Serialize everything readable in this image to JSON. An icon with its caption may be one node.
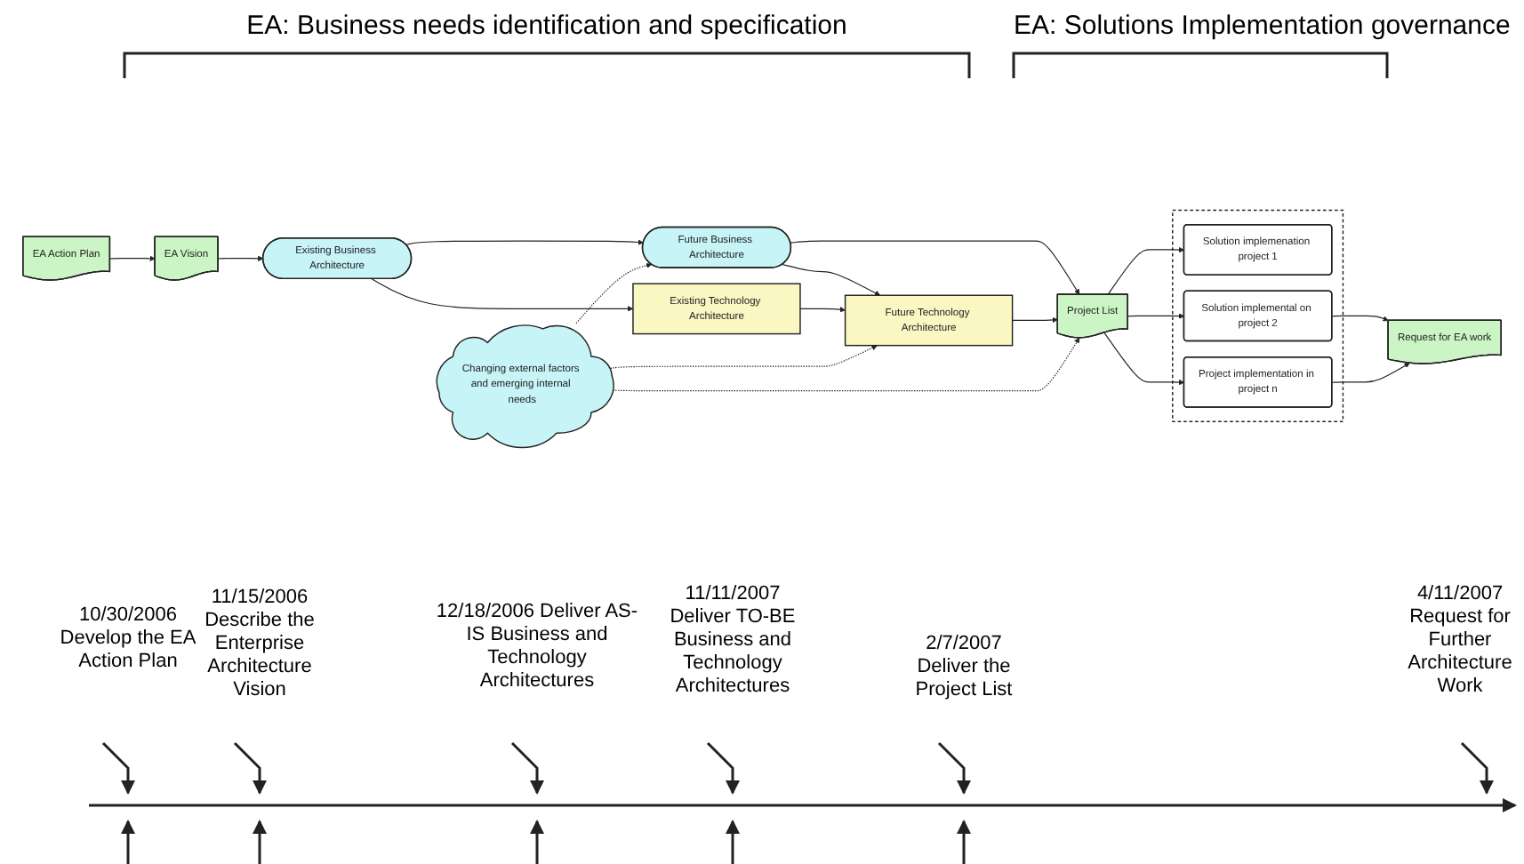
{
  "diagram": {
    "nodes": [
      {
        "text": [
          "EA Action Plan"
        ]
      },
      {
        "text": [
          "EA Vision"
        ]
      },
      {
        "text": [
          "Existing Business Architecture"
        ]
      },
      {
        "text": [
          "Future Business Architecture"
        ]
      },
      {
        "text": [
          "Existing Technology Architecture"
        ]
      },
      {
        "text": [
          "Future Technology Architecture"
        ]
      },
      {
        "text": [
          "Project List"
        ]
      },
      {
        "text": [
          "Changing external factors and emerging internal needs"
        ]
      },
      {
        "text": [],
        "shape": "box"
      },
      {
        "text": [
          "Solution implemenation project 1"
        ],
        "in": 8
      },
      {
        "text": [
          "Solution implemental on project 2"
        ],
        "in": 8
      },
      {
        "text": [
          "Project implementation in project n"
        ],
        "in": 8
      },
      {
        "text": [
          "Request for EA work"
        ]
      }
    ],
    "edges": [
      {
        "from": 0,
        "to": 1,
        "arrow": "to"
      },
      {
        "from": 1,
        "to": 2,
        "arrow": "to"
      },
      {
        "from": 2,
        "to": 3,
        "arrow": "to"
      },
      {
        "from": 2,
        "to": 4,
        "arrow": "to"
      },
      {
        "from": 3,
        "to": 5,
        "arrow": "to"
      },
      {
        "from": 4,
        "to": 5,
        "arrow": "to"
      },
      {
        "from": 3,
        "to": 6,
        "arrow": "to"
      },
      {
        "from": 5,
        "to": 6,
        "arrow": "to"
      },
      {
        "from": 7,
        "to": 3,
        "arrow": "to",
        "style": "dashed"
      },
      {
        "from": 7,
        "to": 5,
        "arrow": "to",
        "style": "dashed"
      },
      {
        "from": 7,
        "to": 6,
        "arrow": "to",
        "style": "dashed"
      },
      {
        "from": 6,
        "to": 9,
        "arrow": "to"
      },
      {
        "from": 6,
        "to": 10,
        "arrow": "to"
      },
      {
        "from": 6,
        "to": 11,
        "arrow": "to"
      },
      {
        "from": 10,
        "to": 12,
        "arrow": "to"
      },
      {
        "from": 11,
        "to": 12,
        "arrow": "to"
      }
    ],
    "labels": [
      "EA: Business needs identification and specification",
      "EA: Solutions Implementation governance",
      "10/30/2006 Develop the EA Action Plan",
      "11/15/2006 Describe the Enterprise Architecture Vision",
      "12/18/2006 Deliver AS-IS Business and Technology Architectures",
      "11/11/2007 Deliver TO-BE Business and Technology Architectures",
      "2/7/2007 Deliver the Project List",
      "4/11/2007 Request for Further Architecture Work"
    ]
  }
}
